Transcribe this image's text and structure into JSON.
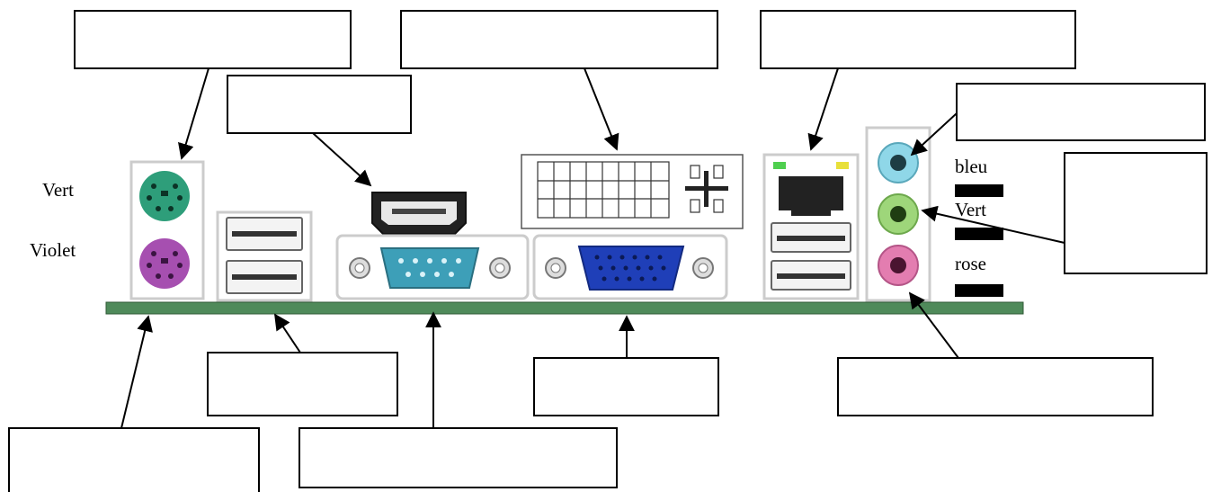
{
  "labels": {
    "ps2_green": "Vert",
    "ps2_violet": "Violet",
    "audio_blue": "bleu",
    "audio_green": "Vert",
    "audio_pink": "rose"
  },
  "answer_boxes": [
    "",
    "",
    "",
    "",
    "",
    "",
    "",
    "",
    "",
    "",
    "",
    ""
  ],
  "colors": {
    "ps2_green": "#2e9e7a",
    "ps2_violet": "#a64fb0",
    "vga_blue": "#1f3fb8",
    "serial_teal": "#3d9fb8",
    "audio_blue": "#8fd7e8",
    "audio_green": "#9ed67a",
    "audio_pink": "#e37db0",
    "board_green": "#4f8a5a"
  }
}
